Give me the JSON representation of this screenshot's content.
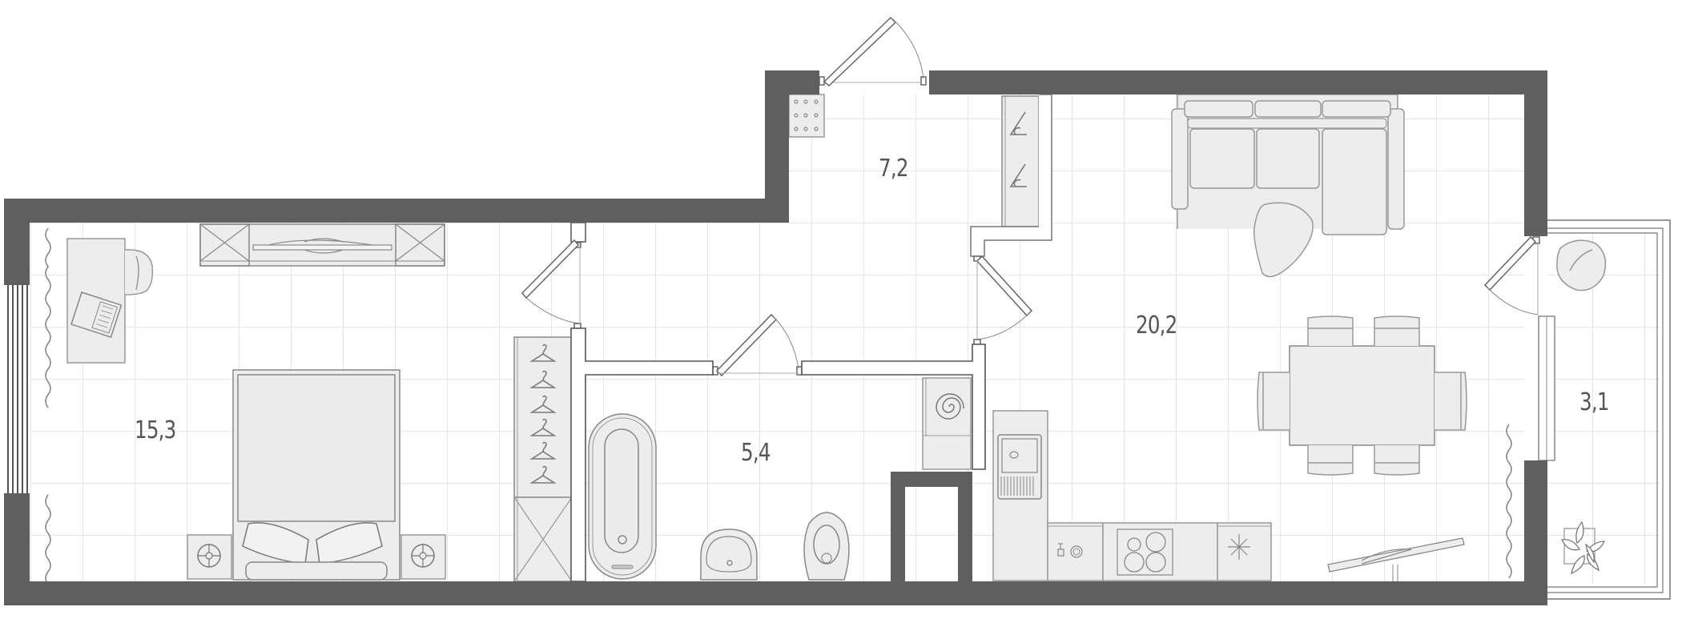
{
  "plan": {
    "type": "apartment-floor-plan",
    "colors": {
      "wall": "#5f5f5f",
      "grid": "#e6e6e6",
      "furniture_fill": "#ededed",
      "furniture_stroke": "#8a8a8a",
      "text": "#555555",
      "background": "#ffffff"
    },
    "rooms": [
      {
        "id": "bedroom",
        "area": "15,3"
      },
      {
        "id": "hallway",
        "area": "7,2"
      },
      {
        "id": "bathroom",
        "area": "5,4"
      },
      {
        "id": "living-kitchen",
        "area": "20,2"
      },
      {
        "id": "balcony",
        "area": "3,1"
      }
    ],
    "furniture": {
      "bedroom": [
        "desk",
        "office-chair",
        "laptop",
        "tv-console",
        "double-bed",
        "nightstand-left",
        "nightstand-right",
        "wardrobe",
        "curtains"
      ],
      "hallway": [
        "electrical-panel",
        "coat-rack"
      ],
      "bathroom": [
        "bathtub",
        "washbasin",
        "toilet",
        "water-heater"
      ],
      "living-kitchen": [
        "corner-sofa",
        "pouf",
        "dining-table",
        "dining-chairs",
        "kitchen-sink",
        "dishwasher",
        "cooktop",
        "kitchen-cabinet",
        "tv-console",
        "curtains"
      ],
      "balcony": [
        "armchair",
        "potted-plant"
      ]
    }
  }
}
